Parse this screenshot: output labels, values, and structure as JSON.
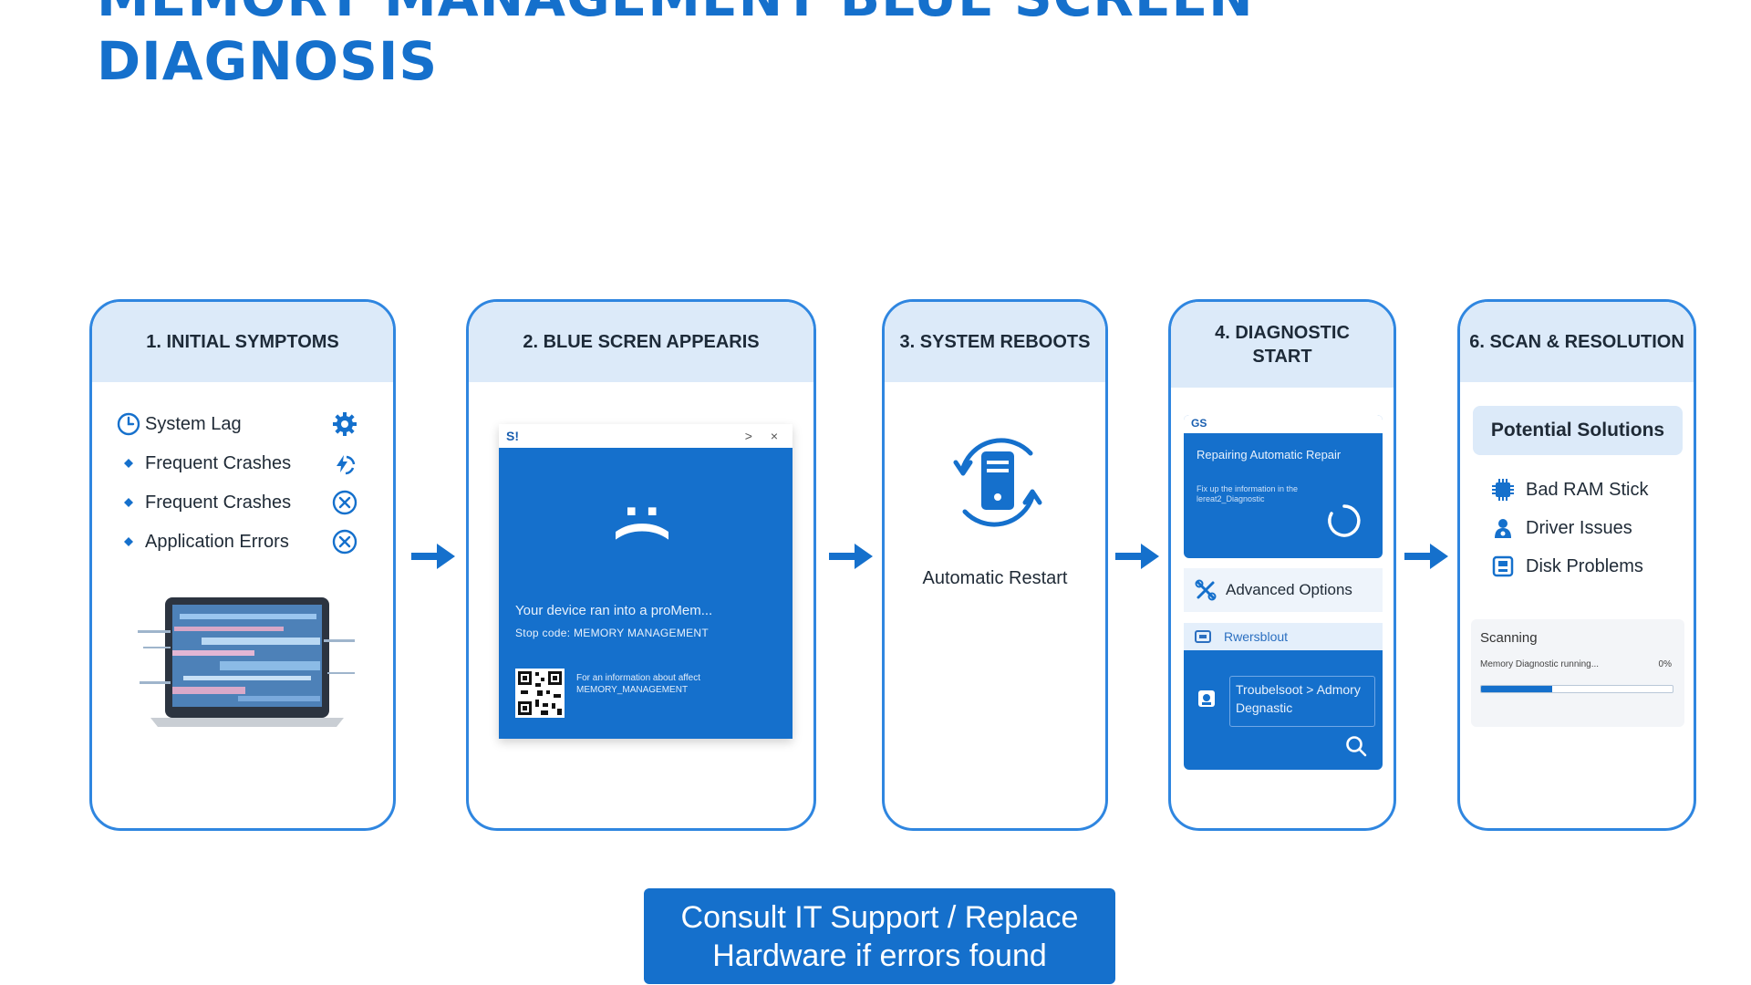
{
  "title": {
    "line1": "MEMORY MANAGEMENT BLUE SCREEN",
    "line2": "DIAGNOSIS"
  },
  "steps": [
    {
      "label": "1. INITIAL SYMPTOMS",
      "symptoms": [
        {
          "label": "System Lag",
          "lead_icon": "clock-icon",
          "status_icon": "gear-icon"
        },
        {
          "label": "Frequent Crashes",
          "lead_icon": "bullet-icon",
          "status_icon": "lightning-icon"
        },
        {
          "label": "Frequent Crashes",
          "lead_icon": "bullet-icon",
          "status_icon": "error-x-icon"
        },
        {
          "label": "Application Errors",
          "lead_icon": "bullet-icon",
          "status_icon": "error-x-icon"
        }
      ],
      "image_icon": "glitched-laptop-icon"
    },
    {
      "label": "2. BLUE SCREN APPEARIS",
      "window_badge": "S!",
      "window_controls": "> ×",
      "face": ":(",
      "message": "Your device ran into a proMem...",
      "stop_code": "Stop code: MEMORY MANAGEMENT",
      "info_text": "For an information about affect MEMORY_MANAGEMENT"
    },
    {
      "label": "3. SYSTEM REBOOTS",
      "icon": "restart-computer-icon",
      "caption": "Automatic Restart"
    },
    {
      "label": "4. DIAGNOSTIC START",
      "window_badge": "GS",
      "repair_title": "Repairing Automatic Repair",
      "repair_sub": "Fix up the information in the lereat2_Diagnostic",
      "advanced_options": "Advanced Options",
      "tab_label": "Rwersblout",
      "troubleshoot": "Troubelsoot > Admory Degnastic"
    },
    {
      "label": "6. SCAN & RESOLUTION",
      "solutions_title": "Potential Solutions",
      "solutions": [
        {
          "label": "Bad RAM Stick",
          "icon": "ram-chip-icon"
        },
        {
          "label": "Driver Issues",
          "icon": "driver-icon"
        },
        {
          "label": "Disk Problems",
          "icon": "disk-icon"
        }
      ],
      "scan_title": "Scanning",
      "scan_sub": "Memory Diagnostic running...",
      "scan_percent": "0%",
      "scan_progress": 0.37
    }
  ],
  "cta": {
    "line1": "Consult IT Support / Replace",
    "line2": "Hardware if errors found"
  },
  "colors": {
    "primary": "#1570cc",
    "border": "#2f86e0",
    "header_bg": "#dceaf9"
  }
}
